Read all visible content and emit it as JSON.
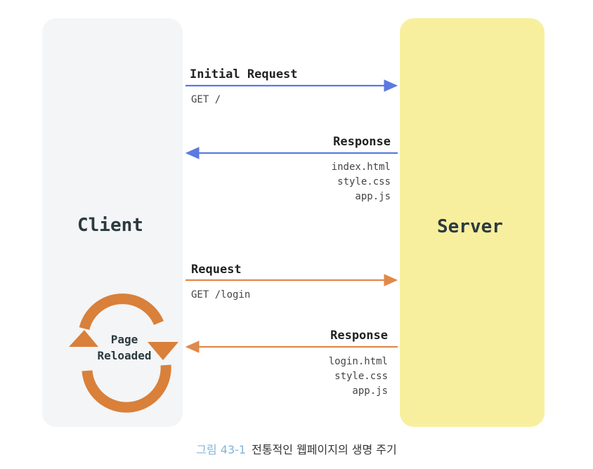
{
  "nodes": {
    "client": "Client",
    "server": "Server"
  },
  "messages": [
    {
      "title": "Initial Request",
      "detail": "GET /"
    },
    {
      "title": "Response",
      "detail": "index.html\nstyle.css\napp.js"
    },
    {
      "title": "Request",
      "detail": "GET /login"
    },
    {
      "title": "Response",
      "detail": "login.html\nstyle.css\napp.js"
    }
  ],
  "reload": {
    "line1": "Page",
    "line2": "Reloaded"
  },
  "caption": {
    "figure": "그림 43-1",
    "text": "전통적인 웹페이지의 생명 주기"
  },
  "colors": {
    "initial_flow": "#5b79e0",
    "second_flow": "#e0894a",
    "reload_icon": "#d9803a",
    "server_bg": "#f8ef9e",
    "client_bg": "#f3f5f7"
  }
}
